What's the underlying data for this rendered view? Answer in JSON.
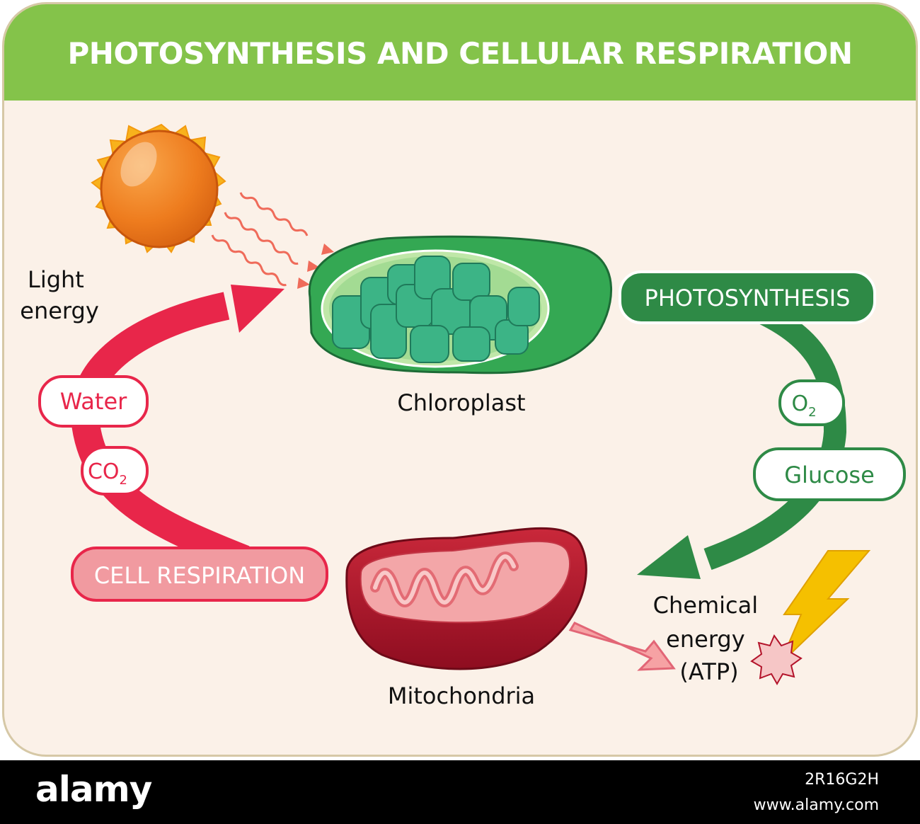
{
  "title": "PHOTOSYNTHESIS  AND CELLULAR RESPIRATION",
  "labels": {
    "light_energy_1": "Light",
    "light_energy_2": "energy",
    "chloroplast": "Chloroplast",
    "mitochondria": "Mitochondria",
    "chemical_1": "Chemical",
    "chemical_2": "energy",
    "chemical_3": "(ATP)"
  },
  "badges": {
    "photosynthesis": "PHOTOSYNTHESIS",
    "o2_main": "O",
    "o2_sub": "2",
    "glucose": "Glucose",
    "water": "Water",
    "co2_main": "CO",
    "co2_sub": "2",
    "cell_respiration": "CELL RESPIRATION"
  },
  "footer": {
    "brand": "alamy",
    "image_id": "2R16G2H",
    "site": "www.alamy.com"
  },
  "colors": {
    "header": "#84c34a",
    "background": "#fbf1e8",
    "respiration_arrow": "#e8264a",
    "photosynthesis_arrow": "#2e8a46",
    "atp_arrow": "#f3a0a4",
    "sun": "#f07e1a",
    "lightning": "#f5c000"
  }
}
